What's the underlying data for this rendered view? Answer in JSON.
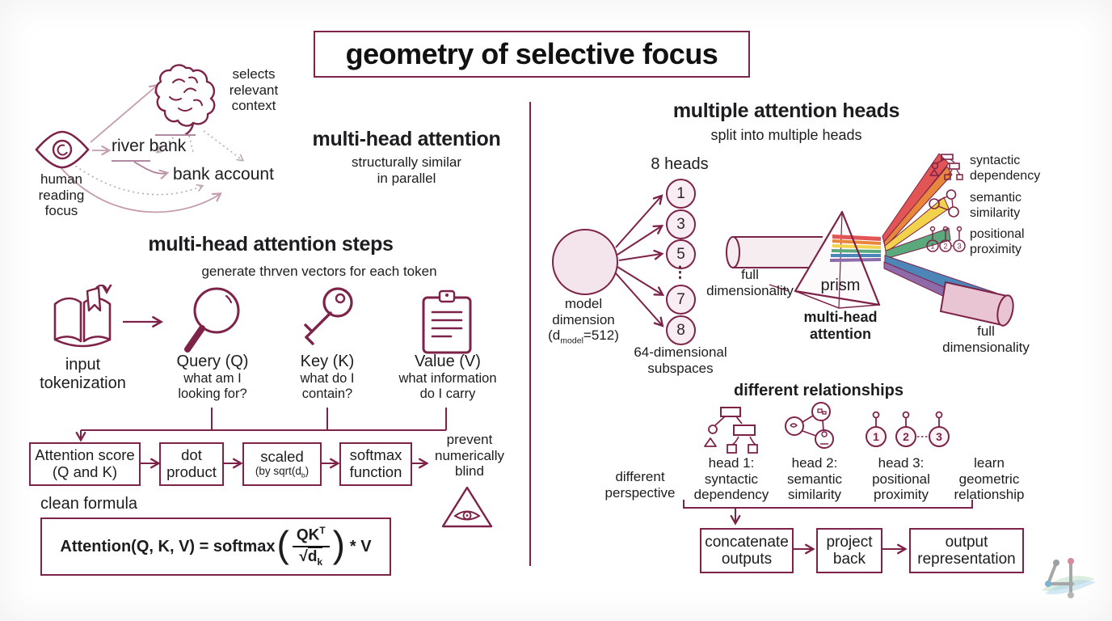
{
  "title": "geometry of selective focus",
  "colors": {
    "maroon": "#7d2248",
    "light_arrow": "#c49cae",
    "pink_fill": "#f4e4eb",
    "text_black": "#1d1d1f",
    "beam_red": "#e25555",
    "beam_orange": "#e8863c",
    "beam_yellow": "#f2d24b",
    "beam_green": "#5aa97c",
    "beam_blue": "#4c86b8",
    "beam_purple": "#8f6aa8"
  },
  "intro": {
    "eye_caption": [
      "human",
      "reading",
      "focus"
    ],
    "brain_caption": [
      "selects",
      "relevant",
      "context"
    ],
    "river_bank": "river bank",
    "bank_account": "bank account"
  },
  "mha": {
    "heading": "multi-head attention",
    "subtitle": [
      "structurally similar",
      "in parallel"
    ]
  },
  "steps": {
    "heading": "multi-head attention steps",
    "subtitle": "generate thrven vectors for each token",
    "input_label": [
      "input",
      "tokenization"
    ],
    "vectors": [
      {
        "title": "Query (Q)",
        "desc": [
          "what am I",
          "looking for?"
        ]
      },
      {
        "title": "Key (K)",
        "desc": [
          "what do I",
          "contain?"
        ]
      },
      {
        "title": "Value (V)",
        "desc": [
          "what information",
          "do I carry"
        ]
      }
    ],
    "flow": {
      "box1": [
        "Attention score",
        "(Q and K)"
      ],
      "box2": [
        "dot",
        "product"
      ],
      "box3_line1": "scaled",
      "box3_pre": "(by sqrt(d",
      "box3_sub": "b",
      "box3_post": ")",
      "box4": [
        "softmax",
        "function"
      ],
      "note": [
        "prevent",
        "numerically",
        "blind"
      ]
    }
  },
  "formula": {
    "label": "clean formula",
    "lhs": "Attention(Q, K, V) = softmax",
    "open_paren": "(",
    "num_base": "QK",
    "num_sup": "T",
    "den_sqrt": "√",
    "den_base": "d",
    "den_sub": "k",
    "close_paren": ")",
    "tail": "* V"
  },
  "right": {
    "heading": "multiple attention heads",
    "subtitle": "split into multiple heads",
    "heads_label": "8 heads",
    "head_numbers": [
      "1",
      "3",
      "5",
      "7",
      "8"
    ],
    "ellipsis": "⋮",
    "model_dim": [
      "model",
      "dimension"
    ],
    "model_dim_pre": "(d",
    "model_dim_sub": "model",
    "model_dim_post": "=512)",
    "subspaces": [
      "64-dimensional",
      "subspaces"
    ],
    "full_dim_left": [
      "full",
      "dimensionality"
    ],
    "prism_label": "prism",
    "prism_caption": [
      "multi-head",
      "attention"
    ],
    "full_dim_right": [
      "full",
      "dimensionality"
    ],
    "spectrum": [
      {
        "label": [
          "syntactic",
          "dependency"
        ]
      },
      {
        "label": [
          "semantic",
          "similarity"
        ]
      },
      {
        "label": [
          "positional",
          "proximity"
        ]
      }
    ],
    "pin_numbers": [
      "1",
      "2",
      "3"
    ],
    "relationships": {
      "heading": "different relationships",
      "left_note": [
        "different",
        "perspective"
      ],
      "heads": [
        [
          "head 1:",
          "syntactic",
          "dependency"
        ],
        [
          "head 2:",
          "semantic",
          "similarity"
        ],
        [
          "head 3:",
          "positional",
          "proximity"
        ]
      ],
      "right_note": [
        "learn",
        "geometric",
        "relationship"
      ]
    },
    "output_flow": [
      [
        "concatenate",
        "outputs"
      ],
      [
        "project",
        "back"
      ],
      [
        "output",
        "representation"
      ]
    ]
  }
}
